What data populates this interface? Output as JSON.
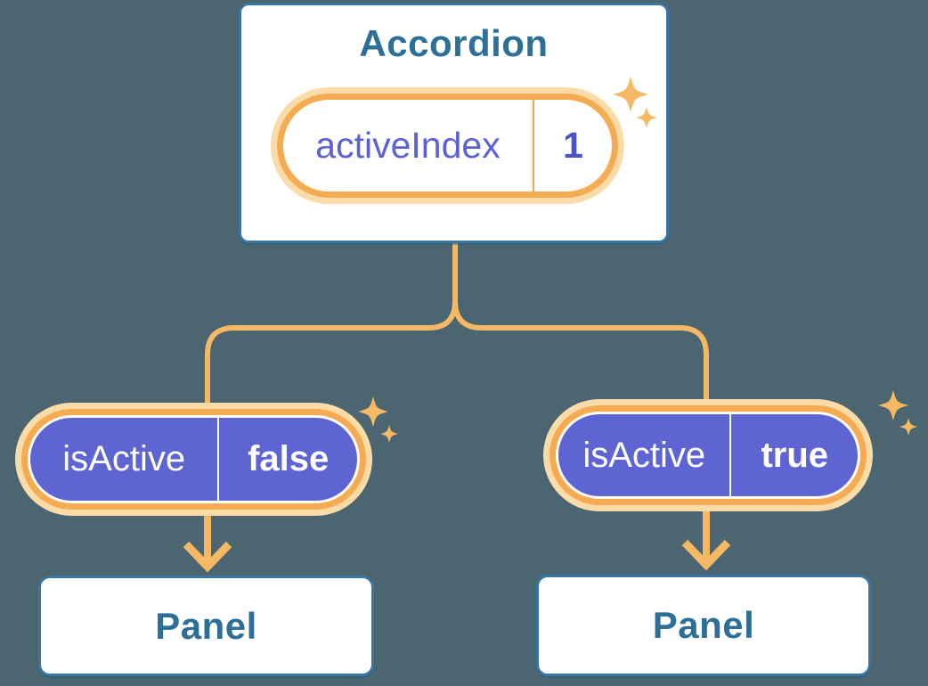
{
  "diagram": {
    "root": {
      "title": "Accordion",
      "state_name": "activeIndex",
      "state_value": "1"
    },
    "branches": [
      {
        "prop_name": "isActive",
        "prop_value": "false",
        "child_title": "Panel"
      },
      {
        "prop_name": "isActive",
        "prop_value": "true",
        "child_title": "Panel"
      }
    ]
  },
  "icons": {
    "sparkle": "four-point-star",
    "arrow": "chevron-down-arrow"
  },
  "colors": {
    "bg": "#4B6671",
    "box-border": "#3876A4",
    "heading": "#2E6F97",
    "purple": "#5E64D2",
    "purple-text": "#5B62D3",
    "purple-dark": "#4A52C8",
    "ring": "#F5AB52",
    "glow": "#FBDCA8",
    "line": "#F6B863",
    "divider-orange": "#F0A64E"
  }
}
